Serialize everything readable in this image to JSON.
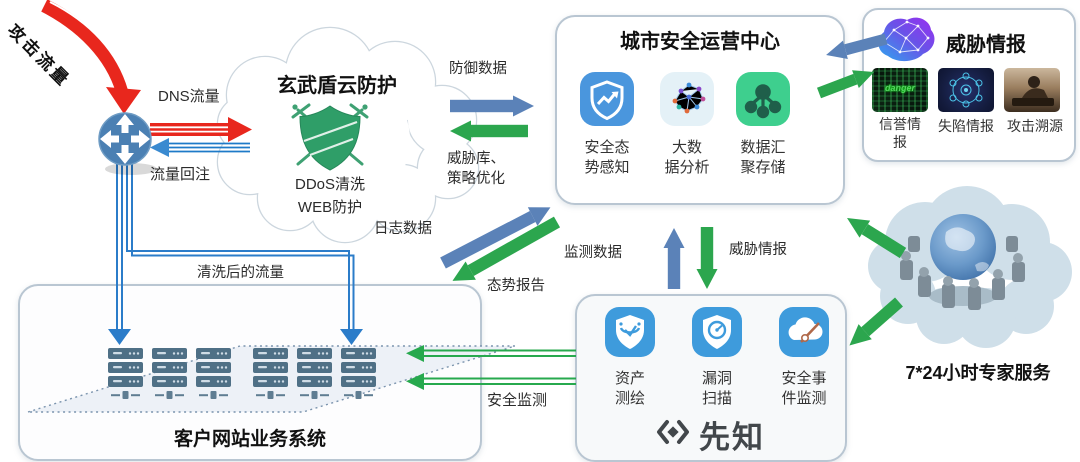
{
  "labels": {
    "attack_traffic": "攻击流量",
    "dns_traffic": "DNS流量",
    "traffic_reinjection": "流量回注",
    "defense_data": "防御数据",
    "threat_lib_policy": "威胁库、\n策略优化",
    "log_data": "日志数据",
    "situation_report": "态势报告",
    "monitoring_data": "监测数据",
    "threat_intel_flow": "威胁情报",
    "cleaned_traffic": "清洗后的流量",
    "security_monitoring": "安全监测"
  },
  "cloud_protection": {
    "title": "玄武盾云防护",
    "capabilities": "DDoS清洗\nWEB防护"
  },
  "ops_center": {
    "title": "城市安全运营中心",
    "modules": [
      {
        "label": "安全态\n势感知",
        "icon": "shield-trend-icon"
      },
      {
        "label": "大数\n据分析",
        "icon": "neural-network-icon"
      },
      {
        "label": "数据汇\n聚存储",
        "icon": "data-node-icon"
      }
    ]
  },
  "threat_intel_box": {
    "title": "威胁情报",
    "icon": "ai-brain-icon",
    "items": [
      {
        "label": "信誉情\n报",
        "overlay_text": "danger"
      },
      {
        "label": "失陷情报",
        "overlay_text": ""
      },
      {
        "label": "攻击溯源",
        "overlay_text": ""
      }
    ]
  },
  "xianzhi": {
    "brand": "先知",
    "logo_icon": "code-diamond-icon",
    "modules": [
      {
        "label": "资产\n测绘",
        "icon": "shield-radar-icon"
      },
      {
        "label": "漏洞\n扫描",
        "icon": "shield-scan-icon"
      },
      {
        "label": "安全事\n件监测",
        "icon": "cloud-monitor-icon"
      }
    ]
  },
  "customer_system": {
    "title": "客户网站业务系统"
  },
  "expert_service": {
    "title": "7*24小时专家服务",
    "icon": "globe-team-icon"
  },
  "colors": {
    "attack_red": "#e8271d",
    "flow_blue": "#2b7cc9",
    "data_arrow_blue": "#5b82b8",
    "data_arrow_green": "#2ca64e",
    "router_blue": "#4b80b3",
    "shield_green": "#2f9e68",
    "icon_blue": "#4a96dd",
    "icon_green": "#3ecf8e",
    "xianzhi_blue": "#3e9bdc",
    "box_border": "#b9c6d2"
  }
}
